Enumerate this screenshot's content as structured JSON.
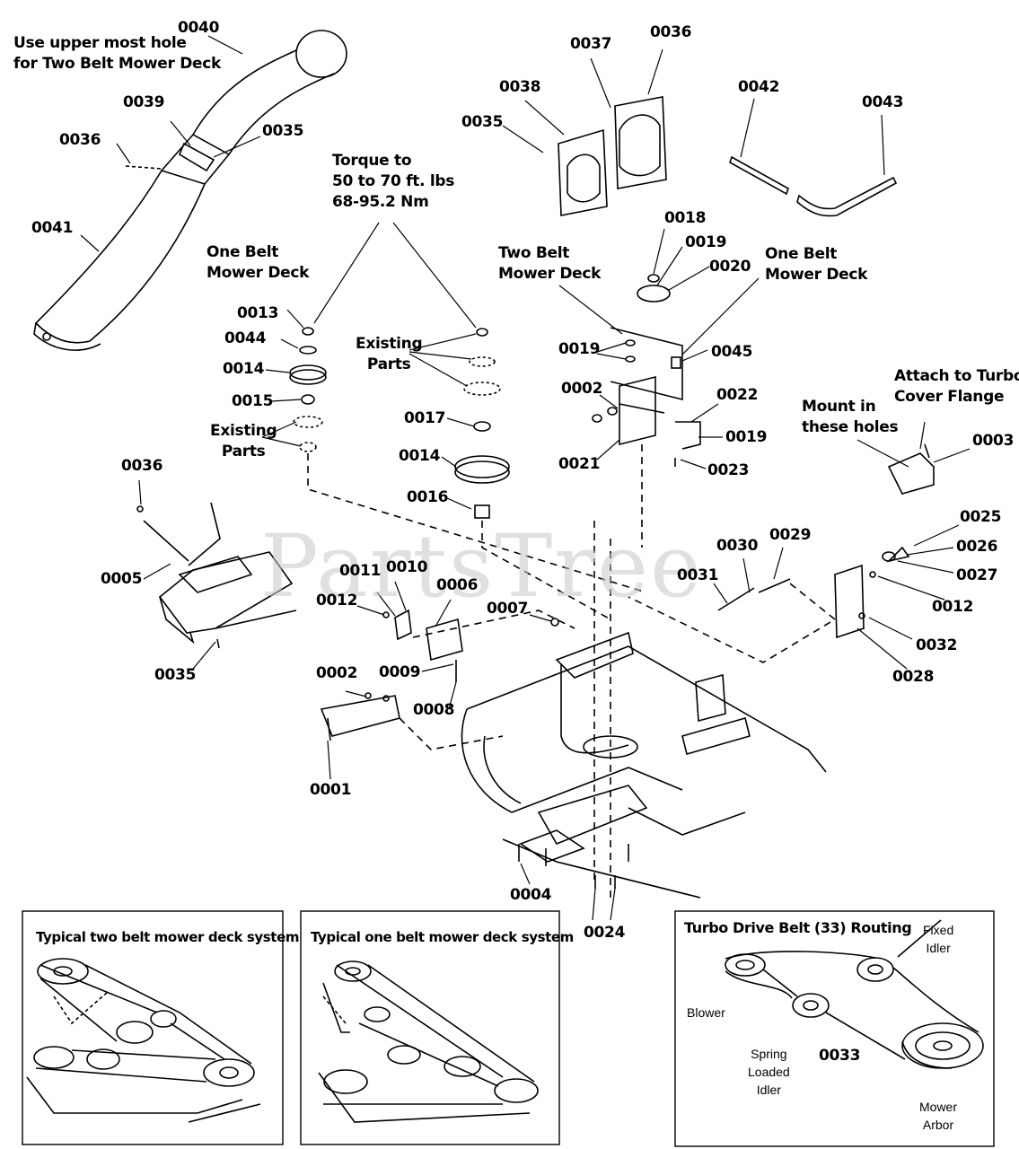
{
  "watermark": "PartsTree",
  "notes": {
    "upper_hole": "Use upper most hole\nfor Two Belt Mower Deck",
    "torque": "Torque to\n50 to 70 ft. lbs\n68-95.2 Nm",
    "one_belt_left": "One Belt\nMower Deck",
    "two_belt": "Two Belt\nMower Deck",
    "one_belt_right": "One Belt\nMower Deck",
    "existing_center": "Existing\nParts",
    "existing_left": "Existing\nParts",
    "attach": "Attach to Turbo\nCover Flange",
    "mount": "Mount in\nthese holes"
  },
  "part_labels": {
    "p0040": "0040",
    "p0039": "0039",
    "p0035a": "0035",
    "p0036a": "0036",
    "p0041": "0041",
    "p0037": "0037",
    "p0036b": "0036",
    "p0038": "0038",
    "p0035b": "0035",
    "p0042": "0042",
    "p0043": "0043",
    "p0018": "0018",
    "p0019a": "0019",
    "p0020": "0020",
    "p0019b": "0019",
    "p0045": "0045",
    "p0002a": "0002",
    "p0022": "0022",
    "p0019c": "0019",
    "p0021": "0021",
    "p0023": "0023",
    "p0013": "0013",
    "p0044": "0044",
    "p0014a": "0014",
    "p0015": "0015",
    "p0017": "0017",
    "p0014b": "0014",
    "p0016": "0016",
    "p0003": "0003",
    "p0036c": "0036",
    "p0005": "0005",
    "p0035c": "0035",
    "p0011": "0011",
    "p0010": "0010",
    "p0012a": "0012",
    "p0006": "0006",
    "p0007": "0007",
    "p0009": "0009",
    "p0002b": "0002",
    "p0008": "0008",
    "p0001": "0001",
    "p0030": "0030",
    "p0029": "0029",
    "p0031": "0031",
    "p0025": "0025",
    "p0026": "0026",
    "p0027": "0027",
    "p0012b": "0012",
    "p0032": "0032",
    "p0028": "0028",
    "p0004": "0004",
    "p0024": "0024"
  },
  "insets": {
    "two_belt_title": "Typical two belt mower deck system",
    "one_belt_title": "Typical one belt mower deck system",
    "turbo_title": "Turbo Drive Belt (33) Routing",
    "turbo_labels": {
      "fixed_idler": "Fixed\nIdler",
      "blower": "Blower",
      "spring_idler": "Spring\nLoaded\nIdler",
      "belt_num": "0033",
      "mower_arbor": "Mower\nArbor"
    }
  }
}
